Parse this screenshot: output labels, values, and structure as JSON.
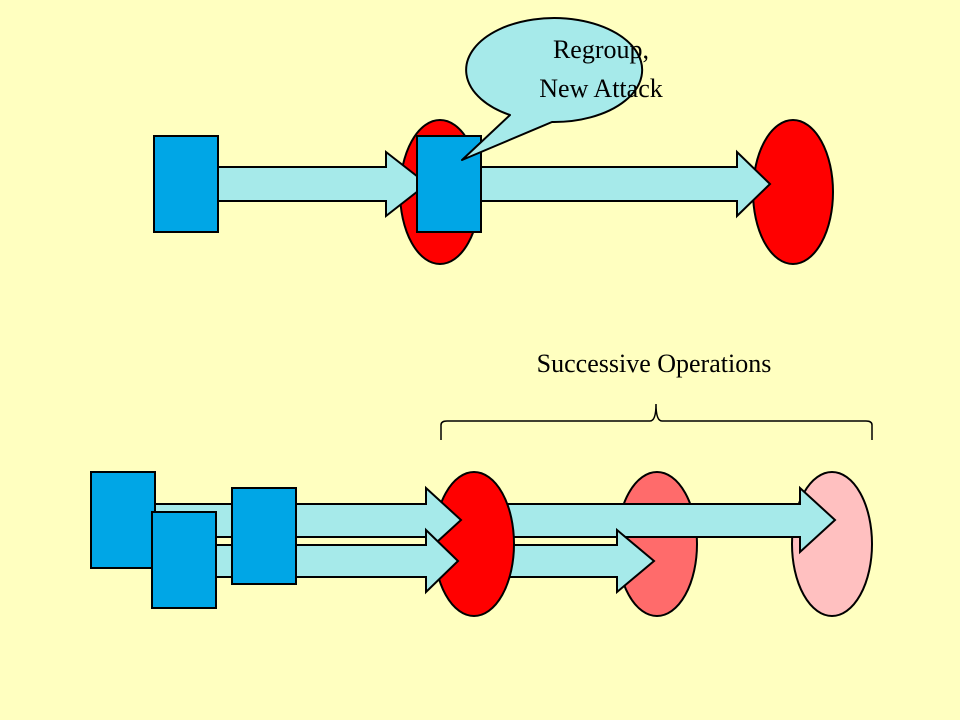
{
  "callout": {
    "line1": "Regroup,",
    "line2": "New Attack"
  },
  "bracket_label": "Successive Operations",
  "colors": {
    "background": "#ffffc0",
    "unit_blue": "#00a6e6",
    "arrow_fill": "#a6eaea",
    "objective_red": "#ff0000",
    "objective_medium": "#ff6b6b",
    "objective_light": "#ffc0c0",
    "callout_fill": "#a6eaea"
  }
}
